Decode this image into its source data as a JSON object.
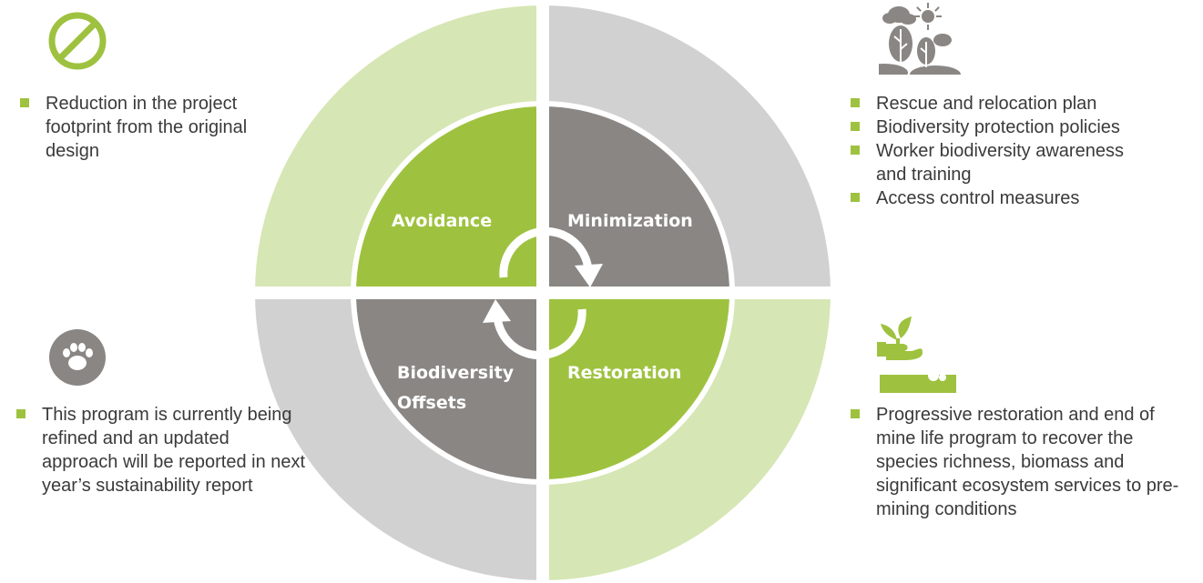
{
  "quadrants": {
    "avoidance": "Avoidance",
    "minimization": "Minimization",
    "offsets_line1": "Biodiversity",
    "offsets_line2": "Offsets",
    "restoration": "Restoration"
  },
  "panels": {
    "top_left": {
      "icon": "prohibited-icon",
      "items": [
        "Reduction in the project footprint from the original design"
      ]
    },
    "top_right": {
      "icon": "trees-weather-icon",
      "items": [
        "Rescue and relocation plan",
        "Biodiversity protection policies",
        "Worker biodiversity awareness and training",
        "Access control measures"
      ]
    },
    "bottom_left": {
      "icon": "paw-print-icon",
      "items": [
        "This program is currently being refined and an updated approach will be reported in next year’s sustainability report"
      ]
    },
    "bottom_right": {
      "icon": "seedling-hand-icon",
      "items": [
        "Progressive restoration and end of mine life program to recover the species richness, biomass and significant ecosystem services to pre-mining conditions"
      ]
    }
  },
  "colors": {
    "green": "#9ec23f",
    "light_green": "#d6e6b4",
    "gray": "#8a8683",
    "light_gray": "#d1d1d1"
  }
}
